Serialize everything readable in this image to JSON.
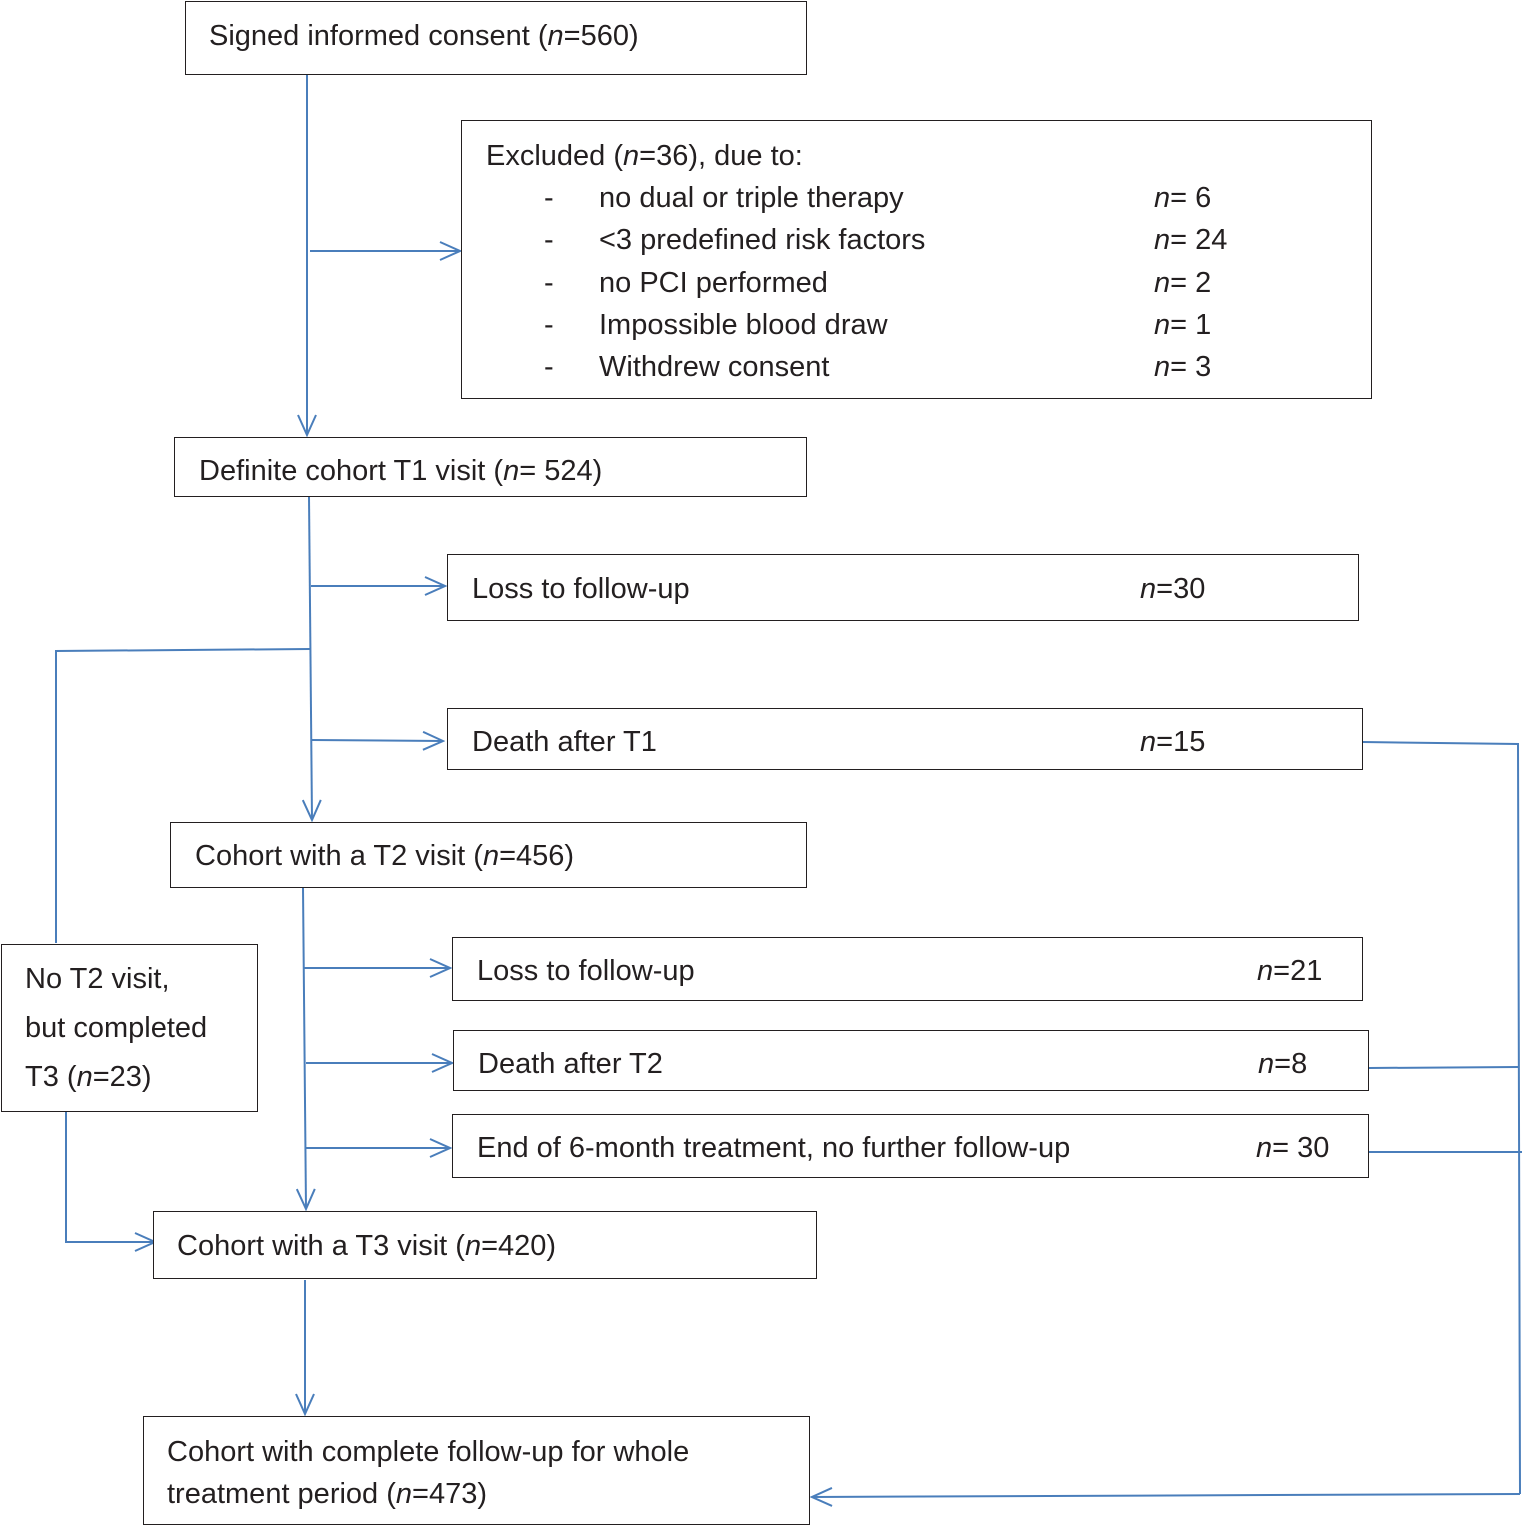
{
  "nodes": {
    "consent": {
      "label": "Signed informed consent (",
      "n_prefix": "n",
      "n_value": "=560)"
    },
    "excluded": {
      "label": "Excluded (",
      "n_prefix": "n",
      "n_value": "=36), due to:",
      "reasons": [
        {
          "dash": "-",
          "label": "no dual or triple therapy",
          "n_prefix": "n",
          "n_value": "= 6"
        },
        {
          "dash": "-",
          "label": "<3 predefined risk factors",
          "n_prefix": "n",
          "n_value": "= 24"
        },
        {
          "dash": "-",
          "label": "no PCI performed",
          "n_prefix": "n",
          "n_value": "= 2"
        },
        {
          "dash": "-",
          "label": "Impossible blood draw",
          "n_prefix": "n",
          "n_value": "= 1"
        },
        {
          "dash": "-",
          "label": "Withdrew consent",
          "n_prefix": "n",
          "n_value": "= 3"
        }
      ]
    },
    "t1": {
      "label": "Definite cohort T1 visit (",
      "n_prefix": "n",
      "n_value": "= 524)"
    },
    "loss1": {
      "label": "Loss to follow-up",
      "n_prefix": "n",
      "n_value": "=30"
    },
    "death1": {
      "label": "Death after T1",
      "n_prefix": "n",
      "n_value": "=15"
    },
    "t2": {
      "label": "Cohort with a T2 visit (",
      "n_prefix": "n",
      "n_value": "=456)"
    },
    "no_t2": {
      "line1": "No T2 visit,",
      "line2": "but completed",
      "line3_label": "T3 (",
      "n_prefix": "n",
      "n_value": "=23)"
    },
    "loss2": {
      "label": "Loss to follow-up",
      "n_prefix": "n",
      "n_value": "=21"
    },
    "death2": {
      "label": "Death after T2",
      "n_prefix": "n",
      "n_value": "=8"
    },
    "end6": {
      "label": "End of 6-month treatment, no further follow-up",
      "n_prefix": "n",
      "n_value": "= 30"
    },
    "t3": {
      "label": "Cohort with a T3 visit (",
      "n_prefix": "n",
      "n_value": "=420)"
    },
    "complete": {
      "line1": "Cohort with complete follow-up for whole",
      "line2_label": "treatment period (",
      "n_prefix": "n",
      "n_value": "=473)"
    }
  },
  "colors": {
    "arrow": "#4a7ebb",
    "box_border": "#231f20",
    "text": "#231f20"
  }
}
